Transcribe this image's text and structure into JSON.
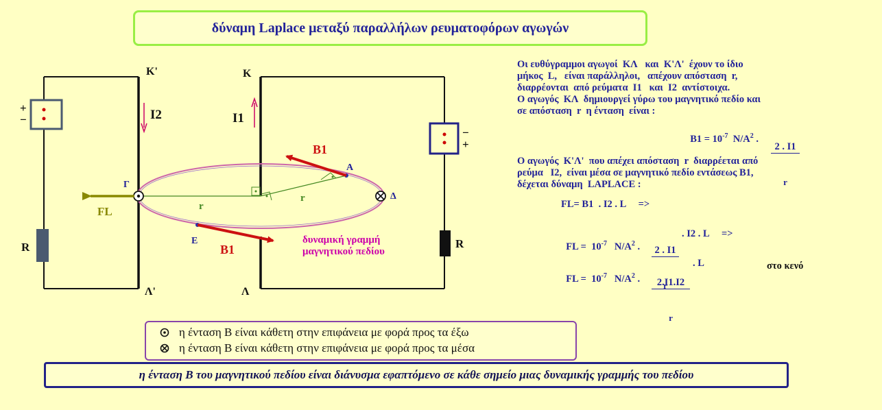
{
  "title": "δύναμη Laplace μεταξύ παραλλήλων ρευματοφόρων αγωγών",
  "diagram": {
    "labels": {
      "K_prime": "Κ'",
      "K": "Κ",
      "Lambda_prime": "Λ'",
      "Lambda": "Λ",
      "I2": "I2",
      "I1": "I1",
      "Gamma": "Γ",
      "Delta": "Δ",
      "A": "Α",
      "E": "Ε",
      "B1_top": "Β1",
      "B1_bottom": "Β1",
      "FL": "FL",
      "r_left": "r",
      "r_right": "r",
      "R_left": "R",
      "R_right": "R",
      "plus_left": "+",
      "minus_left": "−",
      "minus_right": "−",
      "plus_right": "+",
      "field_line": "δυναμική γραμμή\nμαγνητικού πεδίου"
    },
    "colors": {
      "wire": "#111111",
      "battery": "#334466",
      "vector_B": "#cc1111",
      "vector_FL": "#888800",
      "field_line": "#cc66aa",
      "radius": "#448822",
      "text_blue": "#222299",
      "text_magenta": "#cc00aa",
      "current_arrow": "#cc0066"
    }
  },
  "description": {
    "p1": "Οι ευθύγραμμοι αγωγοί  ΚΛ   και  Κ'Λ'  έχουν το ίδιο\nμήκος  L,   είναι παράλληλοι,   απέχουν απόσταση  r,\nδιαρρέονται  από ρεύματα  I1   και  I2  αντίστοιχα.\nΟ αγωγός  ΚΛ  δημιουργεί γύρω του μαγνητικό πεδίο και\nσε απόσταση  r  η ένταση  είναι :",
    "eq1_left": "B1 = 10",
    "eq1_exp": "-7",
    "eq1_unit": "N/A",
    "eq1_unit_exp": "2",
    "eq1_num": "2 . I1",
    "eq1_den": "r",
    "p2": "Ο αγωγός  Κ'Λ'  που απέχει απόσταση  r  διαρρέεται από\nρεύμα   I2,  είναι μέσα σε μαγνητικό πεδίο εντάσεως B1,\nδέχεται δύναμη  LAPLACE :",
    "eq2": "FL= B1  . I2 . L     =>",
    "eq3_left": "FL =  10",
    "eq3_exp": "-7",
    "eq3_unit": "N/A",
    "eq3_unit_exp": "2",
    "eq3_num": "2 . I1",
    "eq3_den": "r",
    "eq3_right": ". I2 . L     =>",
    "eq4_left": "FL =  10",
    "eq4_exp": "-7",
    "eq4_unit": "N/A",
    "eq4_unit_exp": "2",
    "eq4_num": "2.I1.I2",
    "eq4_den": "r",
    "eq4_right": ". L",
    "in_vacuum": "στο κενό"
  },
  "legend": {
    "out": "η ένταση B είναι κάθετη στην επιφάνεια με φορά προς τα έξω",
    "in": "η ένταση B είναι κάθετη στην επιφάνεια με φορά προς τα μέσα"
  },
  "footer": "η ένταση B του μαγνητικού πεδίου είναι διάνυσμα εφαπτόμενο σε κάθε σημείο μιας δυναμικής γραμμής του πεδίου"
}
